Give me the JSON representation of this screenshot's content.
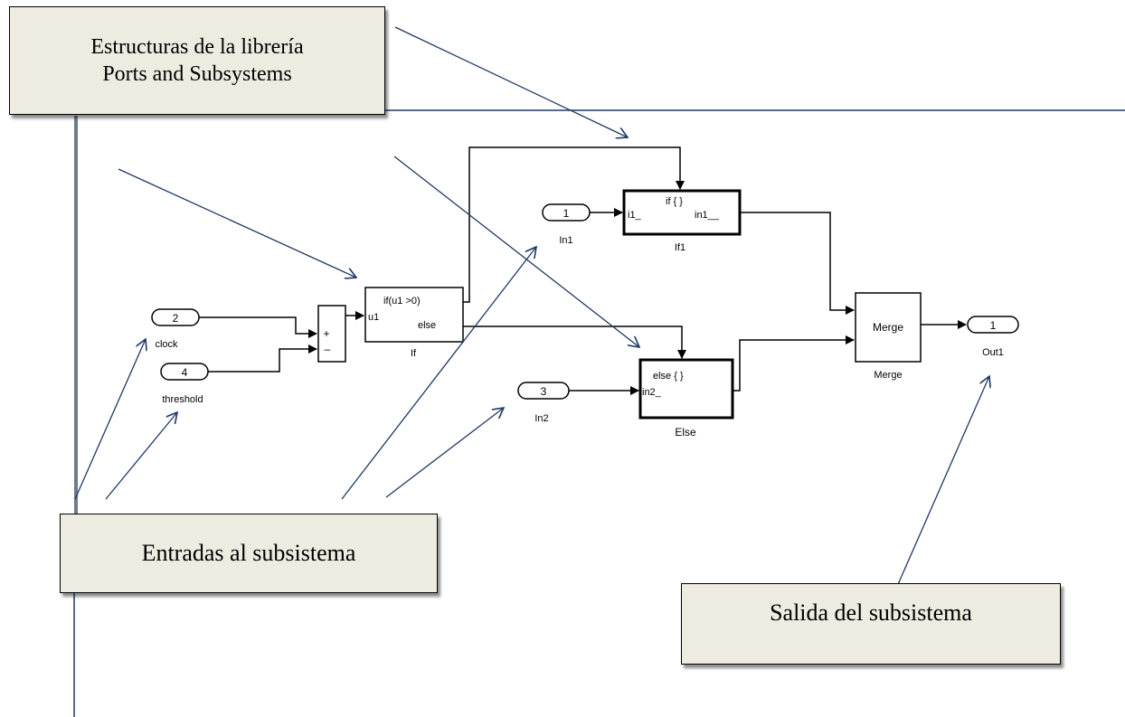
{
  "callouts": {
    "library": {
      "line1": "Estructuras de la librería",
      "line2": "Ports and Subsystems"
    },
    "inputs": {
      "text": "Entradas al subsistema"
    },
    "output": {
      "text": "Salida del subsistema"
    }
  },
  "ports": {
    "clock": {
      "number": "2",
      "label": "clock"
    },
    "threshold": {
      "number": "4",
      "label": "threshold"
    },
    "in1": {
      "number": "1",
      "label": "In1"
    },
    "in2": {
      "number": "3",
      "label": "In2"
    },
    "out1": {
      "number": "1",
      "label": "Out1"
    }
  },
  "sum_block": {
    "plus": "+",
    "minus": "–"
  },
  "if_block": {
    "condition": "if(u1 >0)",
    "input_port": "u1",
    "else_port": "else",
    "name": "If"
  },
  "if1_block": {
    "inport": "i1_",
    "action": "if { }",
    "outport": "in1__",
    "name": "If1"
  },
  "else_block": {
    "action": "else { }",
    "inport": "in2_",
    "name": "Else"
  },
  "merge_block": {
    "label": "Merge",
    "name": "Merge"
  },
  "colors": {
    "callout_fill": "#eeece1",
    "arrow": "#1f3864",
    "block_line": "#000000"
  }
}
